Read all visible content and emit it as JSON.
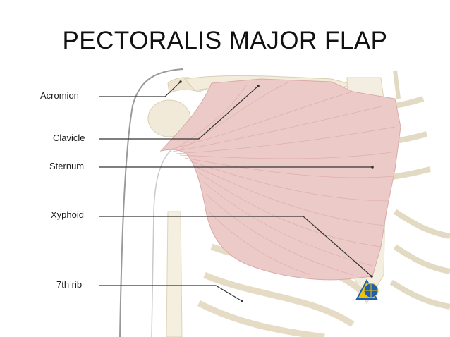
{
  "slide": {
    "title": "PECTORALIS MAJOR FLAP"
  },
  "labels": {
    "acromion": "Acromion",
    "clavicle": "Clavicle",
    "sternum": "Sternum",
    "xyphoid": "Xyphoid",
    "seventh_rib": "7th rib"
  },
  "colors": {
    "muscle": "#ecc5c3",
    "muscle_fiber": "#d9a3a1",
    "bone": "#f1ead8",
    "bone_outline": "#d8cfb5",
    "skin_outline": "#9a9a9a",
    "leader_line": "#333333",
    "logo_blue": "#1f5fb0",
    "logo_yellow": "#f2c200"
  }
}
